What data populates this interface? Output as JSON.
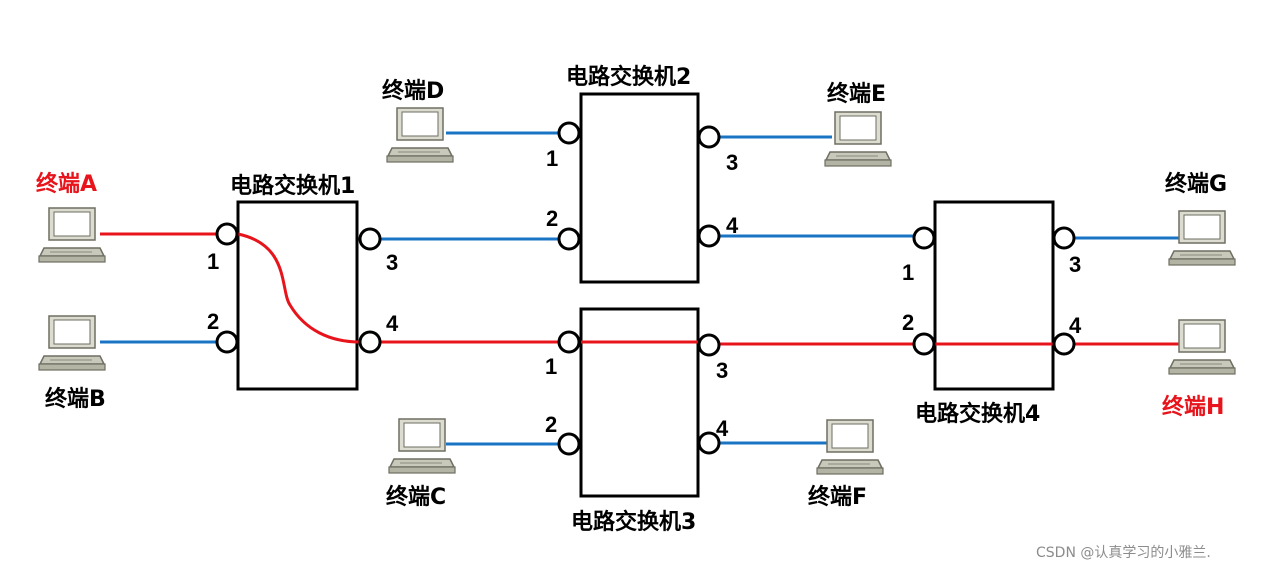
{
  "colors": {
    "red": "#e8141b",
    "blue": "#1a74c4",
    "black": "#000000",
    "watermark": "#8c8c8c"
  },
  "terminals": {
    "A": {
      "label": "终端A",
      "highlight": true
    },
    "B": {
      "label": "终端B",
      "highlight": false
    },
    "C": {
      "label": "终端C",
      "highlight": false
    },
    "D": {
      "label": "终端D",
      "highlight": false
    },
    "E": {
      "label": "终端E",
      "highlight": false
    },
    "F": {
      "label": "终端F",
      "highlight": false
    },
    "G": {
      "label": "终端G",
      "highlight": false
    },
    "H": {
      "label": "终端H",
      "highlight": true
    }
  },
  "switches": {
    "s1": {
      "label": "电路交换机1",
      "ports": {
        "p1": "1",
        "p2": "2",
        "p3": "3",
        "p4": "4"
      }
    },
    "s2": {
      "label": "电路交换机2",
      "ports": {
        "p1": "1",
        "p2": "2",
        "p3": "3",
        "p4": "4"
      }
    },
    "s3": {
      "label": "电路交换机3",
      "ports": {
        "p1": "1",
        "p2": "2",
        "p3": "3",
        "p4": "4"
      }
    },
    "s4": {
      "label": "电路交换机4",
      "ports": {
        "p1": "1",
        "p2": "2",
        "p3": "3",
        "p4": "4"
      }
    }
  },
  "watermark": "CSDN @认真学习的小雅兰."
}
